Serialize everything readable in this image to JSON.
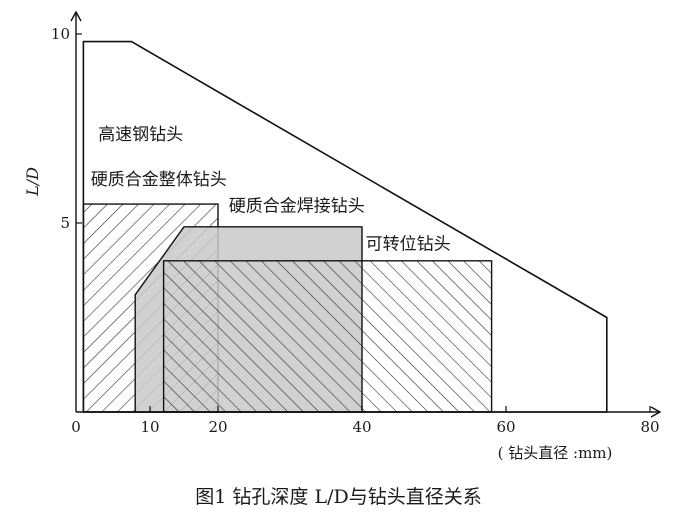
{
  "caption": "图1 钻孔深度 L/D与钻头直径关系",
  "chart_data": {
    "type": "area",
    "xlabel": "( 钻头直径 :mm)",
    "ylabel": "L/D",
    "xlim": [
      0,
      80
    ],
    "ylim": [
      0,
      10
    ],
    "x_ticks": [
      "0",
      "10",
      "20",
      "40",
      "60",
      "80"
    ],
    "y_ticks": [
      "5",
      "10"
    ],
    "regions": [
      {
        "name": "高速钢钻头",
        "fill": "none",
        "points": [
          [
            1,
            0
          ],
          [
            1,
            9.8
          ],
          [
            7.5,
            9.8
          ],
          [
            74,
            2.5
          ],
          [
            74,
            0
          ]
        ]
      },
      {
        "name": "硬质合金整体钻头",
        "fill": "hatch-diag",
        "points": [
          [
            1,
            0
          ],
          [
            1,
            5.5
          ],
          [
            20,
            5.5
          ],
          [
            20,
            0
          ]
        ]
      },
      {
        "name": "硬质合金焊接钻头",
        "fill": "gray",
        "points": [
          [
            8,
            0
          ],
          [
            8,
            3.1
          ],
          [
            15,
            4.9
          ],
          [
            40,
            4.9
          ],
          [
            40,
            0
          ]
        ]
      },
      {
        "name": "可转位钻头",
        "fill": "hatch-anti",
        "points": [
          [
            12,
            0
          ],
          [
            12,
            4.0
          ],
          [
            58,
            4.0
          ],
          [
            58,
            0
          ]
        ]
      }
    ],
    "labels": [
      {
        "text": "高速钢钻头",
        "x": 3,
        "y": 7.2
      },
      {
        "text": "硬质合金整体钻头",
        "x": 2,
        "y": 6.0
      },
      {
        "text": "硬质合金焊接钻头",
        "x": 21.5,
        "y": 5.3
      },
      {
        "text": "可转位钻头",
        "x": 40.5,
        "y": 4.3
      }
    ],
    "grid": false,
    "legend": "none"
  }
}
